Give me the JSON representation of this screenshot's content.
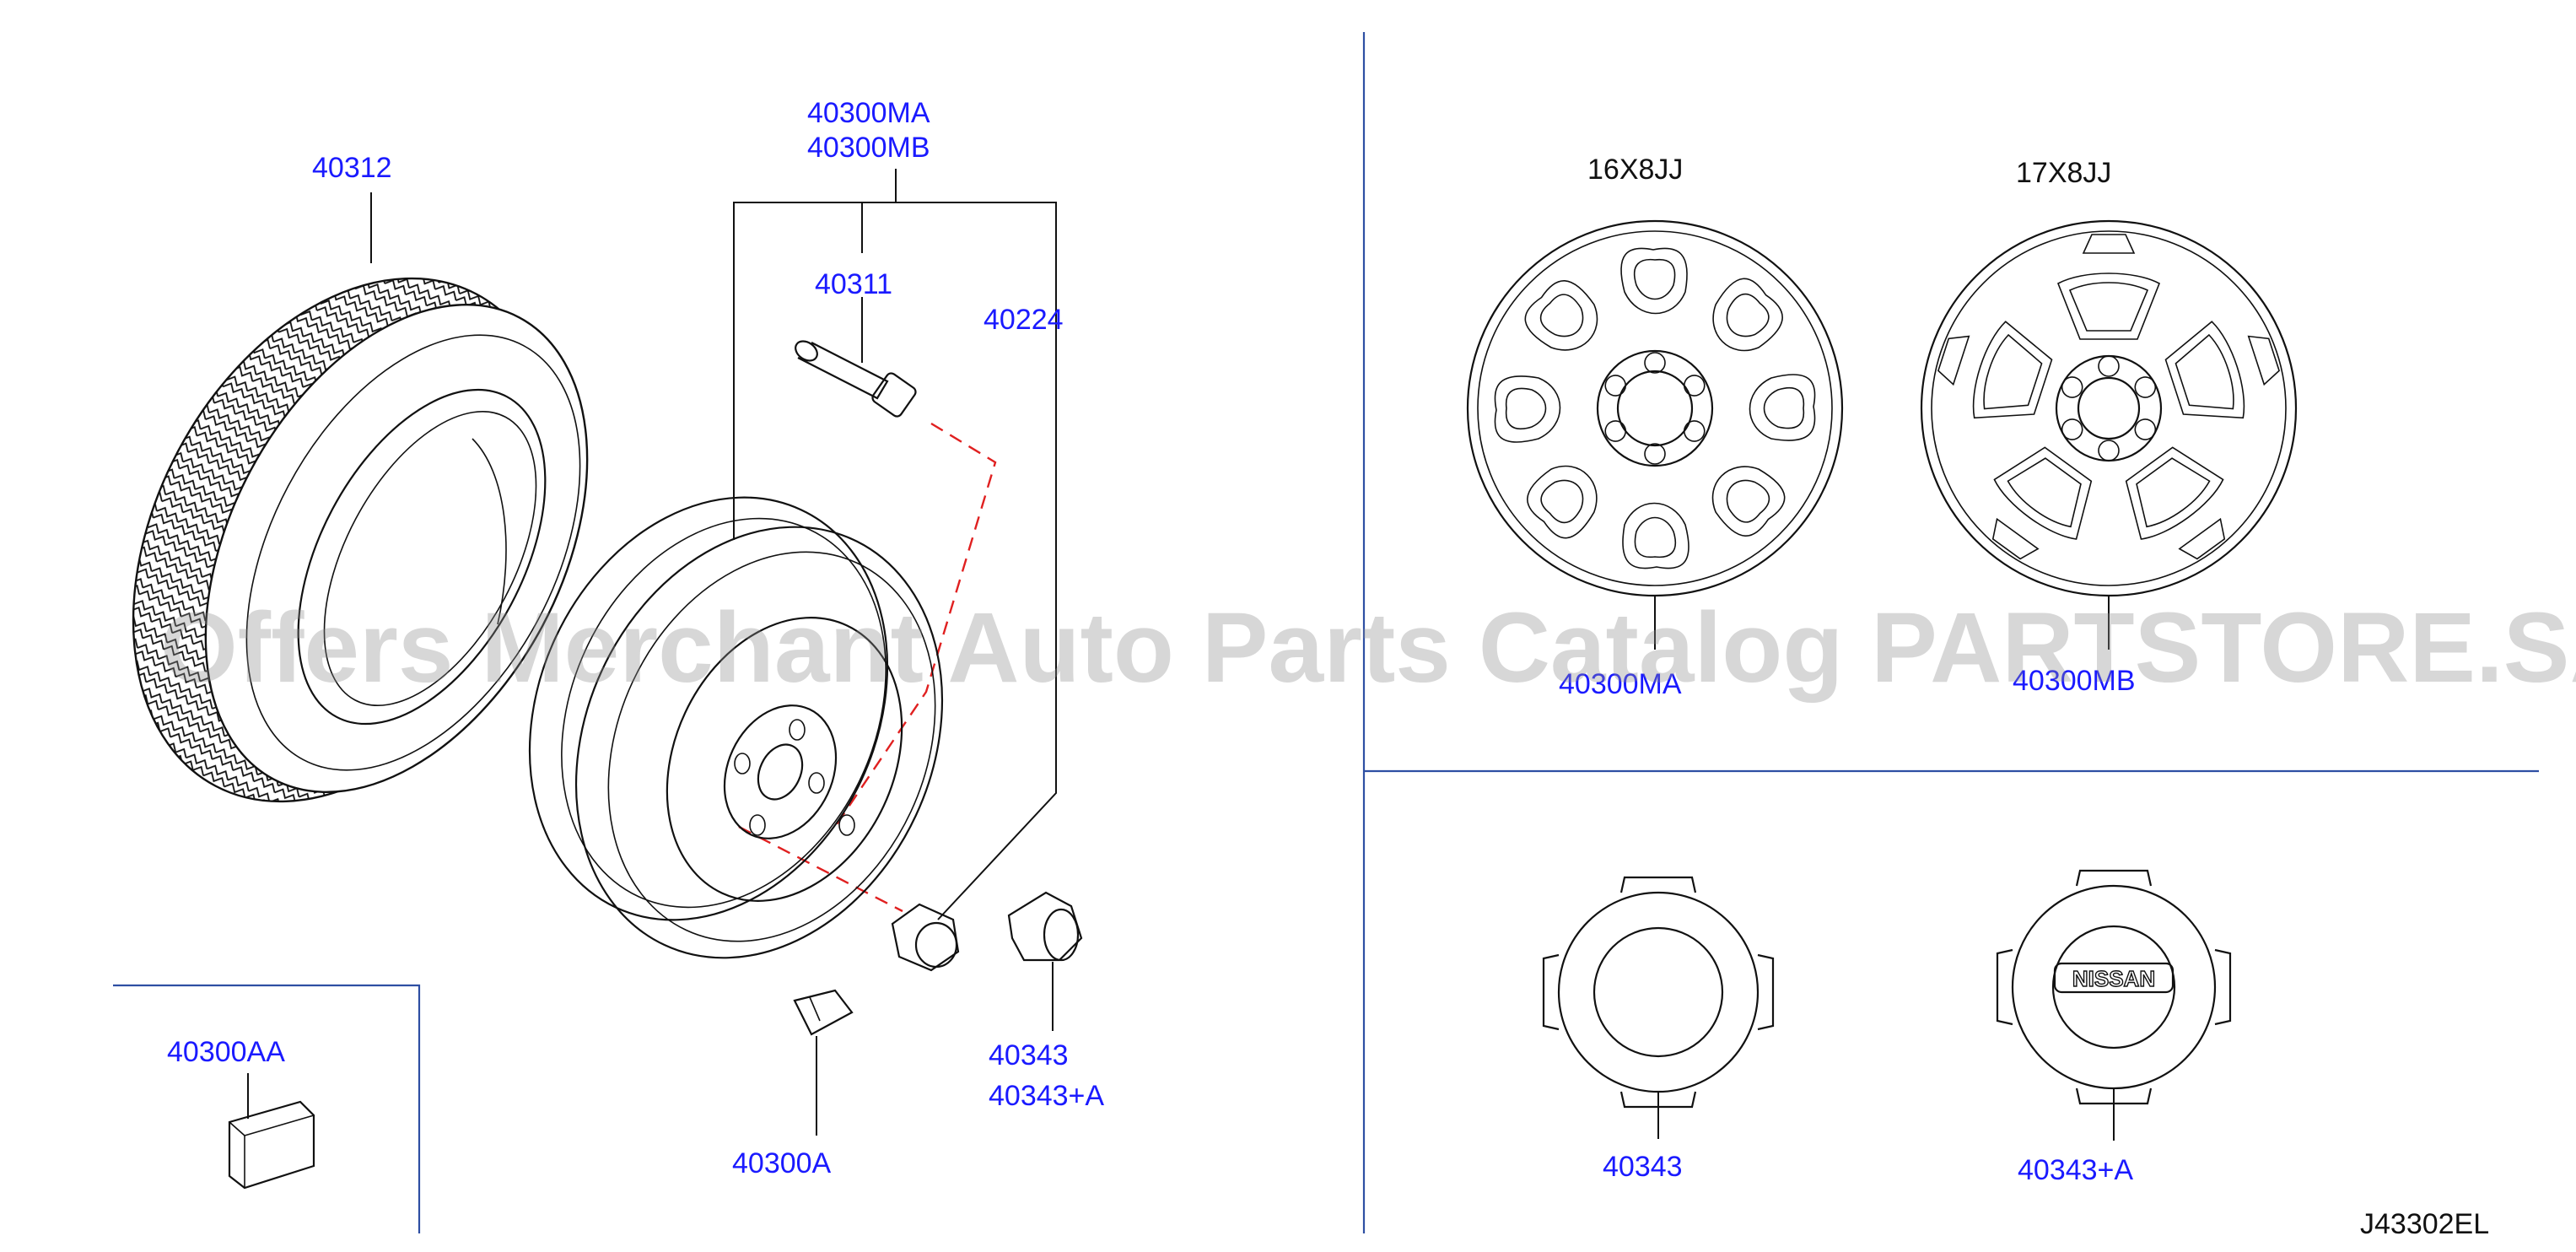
{
  "callouts": {
    "tire": "40312",
    "wheel_assy_a": "40300MA",
    "wheel_assy_b": "40300MB",
    "valve": "40311",
    "nut": "40224",
    "cap_small_a": "40343",
    "cap_small_b": "40343+A",
    "balance_weight_clip": "40300A",
    "balance_weight_adhesive": "40300AA",
    "wheel_16_part": "40300MA",
    "wheel_17_part": "40300MB",
    "cap_plain": "40343",
    "cap_logo": "40343+A"
  },
  "wheel_sizes": {
    "size_16": "16X8JJ",
    "size_17": "17X8JJ"
  },
  "cap_logo_text": "NISSAN",
  "diagram_code": "J43302EL",
  "watermark": "Offers Merchant Auto Parts Catalog PARTSTORE.SA",
  "colors": {
    "label_blue": "#1a1aff",
    "divider_blue": "#2e4fa3",
    "dashed_red": "#e02020",
    "line_black": "#111111"
  }
}
